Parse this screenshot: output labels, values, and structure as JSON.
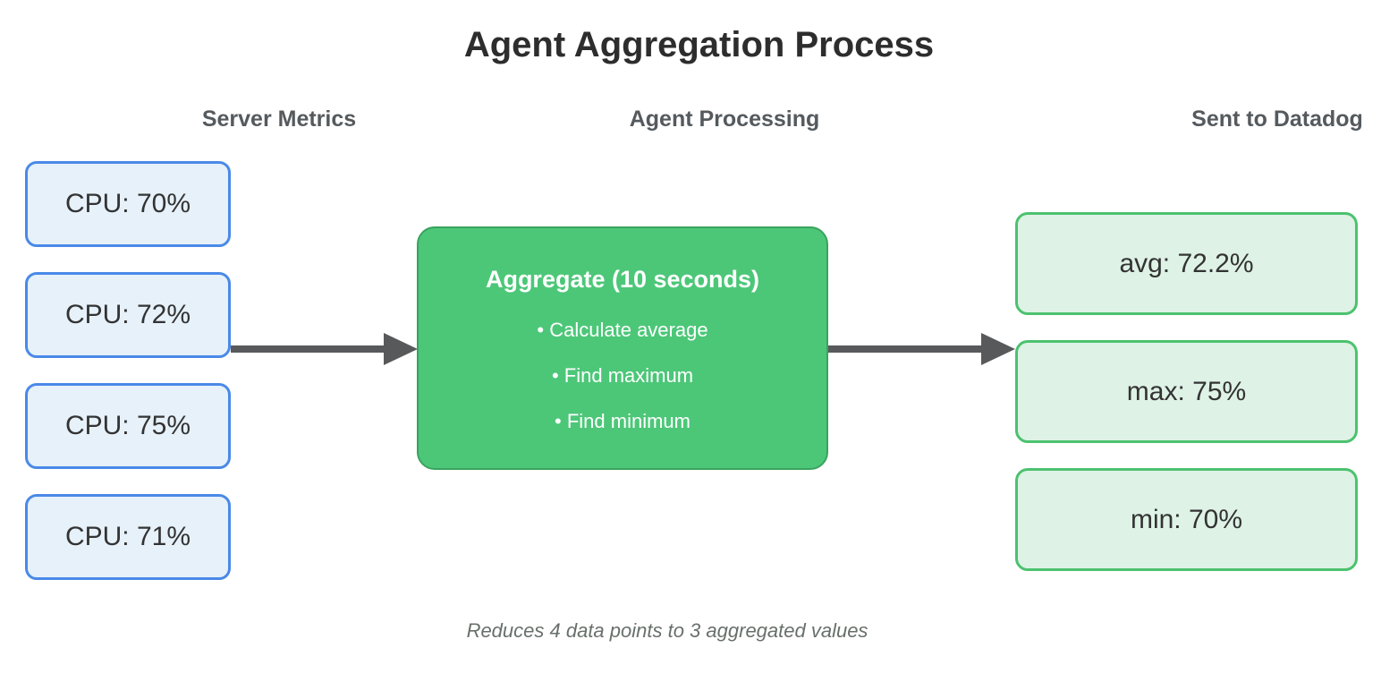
{
  "title": "Agent Aggregation Process",
  "columns": {
    "left": {
      "header": "Server Metrics"
    },
    "middle": {
      "header": "Agent Processing"
    },
    "right": {
      "header": "Sent to Datadog"
    }
  },
  "server_metrics": [
    {
      "label": "CPU: 70%"
    },
    {
      "label": "CPU: 72%"
    },
    {
      "label": "CPU: 75%"
    },
    {
      "label": "CPU: 71%"
    }
  ],
  "agent_processing": {
    "title": "Aggregate (10 seconds)",
    "steps": [
      "• Calculate average",
      "• Find maximum",
      "• Find minimum"
    ]
  },
  "outputs": [
    {
      "label": "avg: 72.2%"
    },
    {
      "label": "max: 75%"
    },
    {
      "label": "min: 70%"
    }
  ],
  "caption": "Reduces 4 data points to 3 aggregated values",
  "colors": {
    "input_box_border": "#4a89e8",
    "input_box_fill": "#e6f1fa",
    "process_box_fill": "#4cc778",
    "process_box_border": "#3aa35f",
    "output_box_border": "#4cc26f",
    "output_box_fill": "#def2e6",
    "arrow": "#58595b",
    "title_text": "#2d2d2d",
    "header_text": "#555a5e",
    "box_text": "#333333",
    "caption_text": "#68706b"
  }
}
